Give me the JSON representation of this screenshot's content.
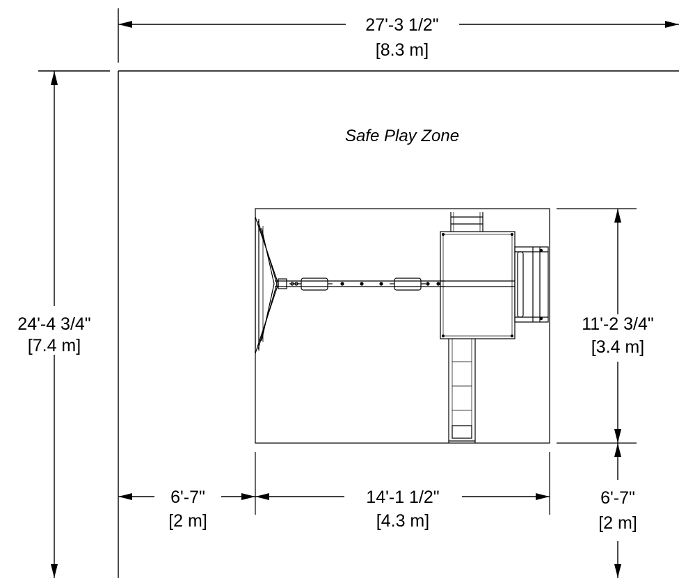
{
  "zone_label": "Safe Play Zone",
  "dimensions": {
    "overall_width": {
      "imperial": "27'-3 1/2\"",
      "metric": "[8.3 m]"
    },
    "overall_depth": {
      "imperial": "24'-4 3/4\"",
      "metric": "[7.4 m]"
    },
    "structure_width": {
      "imperial": "14'-1 1/2\"",
      "metric": "[4.3 m]"
    },
    "structure_depth": {
      "imperial": "11'-2 3/4\"",
      "metric": "[3.4 m]"
    },
    "left_clearance": {
      "imperial": "6'-7\"",
      "metric": "[2 m]"
    },
    "bottom_clearance": {
      "imperial": "6'-7\"",
      "metric": "[2 m]"
    }
  }
}
